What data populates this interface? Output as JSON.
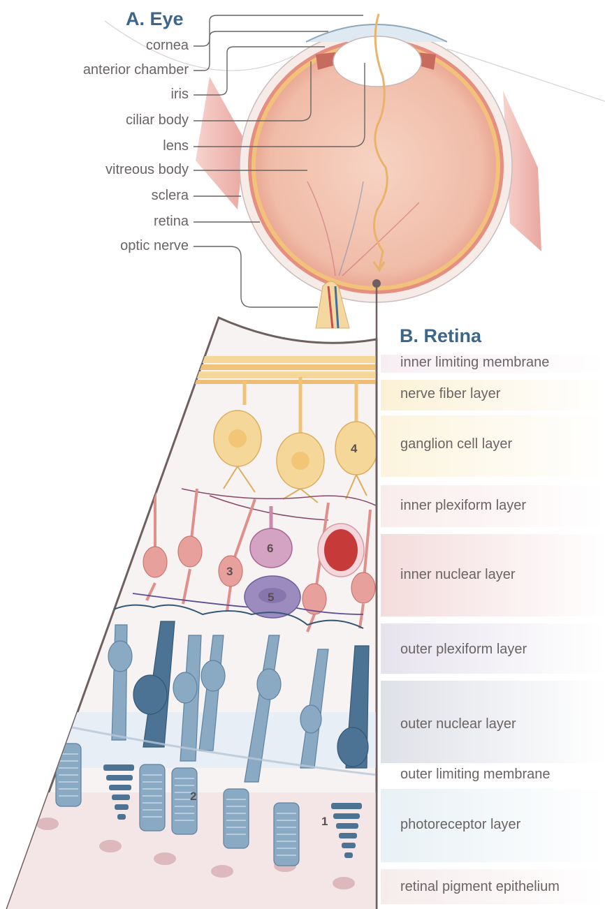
{
  "panel_a": {
    "title": "A. Eye",
    "labels": {
      "cornea": "cornea",
      "anterior_chamber": "anterior chamber",
      "iris": "iris",
      "ciliar_body": "ciliar body",
      "lens": "lens",
      "vitreous_body": "vitreous body",
      "sclera": "sclera",
      "retina": "retina",
      "optic_nerve": "optic nerve"
    }
  },
  "panel_b": {
    "title": "B. Retina",
    "layers": {
      "ilm": "inner limiting membrane",
      "nfl": "nerve fiber layer",
      "gcl": "ganglion cell layer",
      "ipl": "inner plexiform layer",
      "inl": "inner nuclear layer",
      "opl": "outer plexiform layer",
      "onl": "outer nuclear layer",
      "olm": "outer limiting membrane",
      "pl": "photoreceptor layer",
      "rpe": "retinal pigment epithelium"
    },
    "cell_numbers": [
      "1",
      "2",
      "3",
      "4",
      "5",
      "6"
    ]
  },
  "colors": {
    "title": "#3d6688",
    "label": "#6a6464",
    "eyeball": "#f3c6b4",
    "sclera_edge": "#d98a80",
    "ganglion_cell": "#f6d79a",
    "bipolar_cell": "#e8a09c",
    "amacrine_cell": "#c98aae",
    "horizontal_cell": "#9b8bbf",
    "photoreceptor": "#8aa9c3",
    "cone": "#4d7394"
  }
}
